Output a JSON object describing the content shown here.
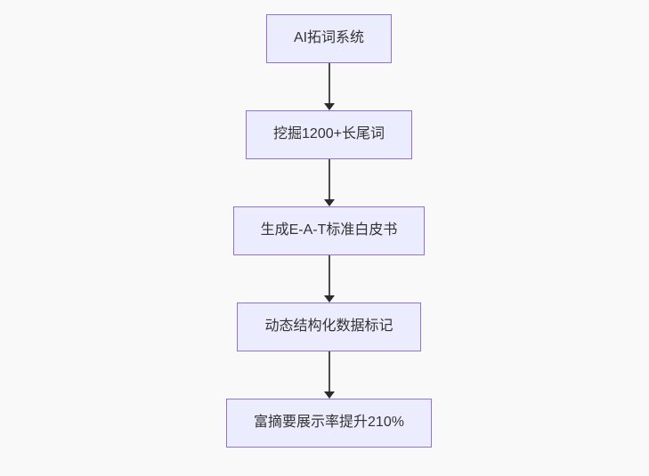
{
  "flowchart": {
    "type": "vertical-flowchart",
    "background_color": "#f9f9f9",
    "node_fill_color": "#ececff",
    "node_border_color": "#9370db",
    "node_text_color": "#333333",
    "arrow_color": "#333333",
    "nodes": [
      {
        "id": "A",
        "label": "AI拓词系统"
      },
      {
        "id": "B",
        "label": "挖掘1200+长尾词"
      },
      {
        "id": "C",
        "label": "生成E-A-T标准白皮书"
      },
      {
        "id": "D",
        "label": "动态结构化数据标记"
      },
      {
        "id": "E",
        "label": "富摘要展示率提升210%"
      }
    ],
    "edges": [
      {
        "from": "A",
        "to": "B"
      },
      {
        "from": "B",
        "to": "C"
      },
      {
        "from": "C",
        "to": "D"
      },
      {
        "from": "D",
        "to": "E"
      }
    ]
  }
}
